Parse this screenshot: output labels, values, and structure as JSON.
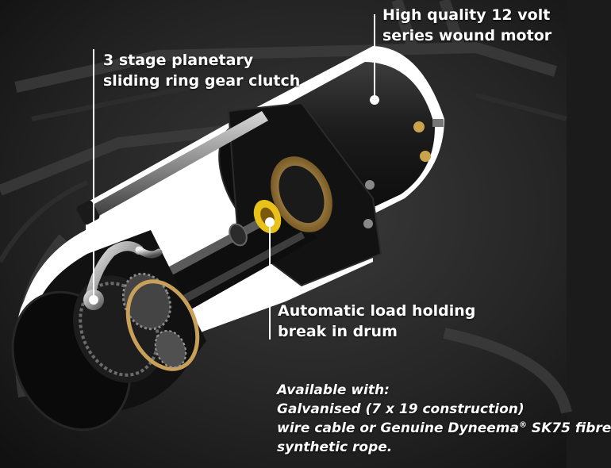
{
  "callouts": {
    "motor": {
      "line1": "High quality 12 volt",
      "line2": "series wound motor"
    },
    "clutch": {
      "line1": "3 stage planetary",
      "line2": "sliding ring gear clutch"
    },
    "brake": {
      "line1": "Automatic load holding",
      "line2": "break in drum"
    }
  },
  "availability": {
    "line1": "Available with:",
    "line2": "Galvanised (7 x 19 construction)",
    "line3a": "wire cable or  Genuine Dyneema",
    "reg_mark": "®",
    "line3b": " SK75 fibre",
    "line4": "synthetic rope."
  },
  "colors": {
    "background": "#1b1b1b",
    "text": "#ffffff",
    "drum_accent": "#c8a05a",
    "brake_yellow": "#e8c21a"
  }
}
